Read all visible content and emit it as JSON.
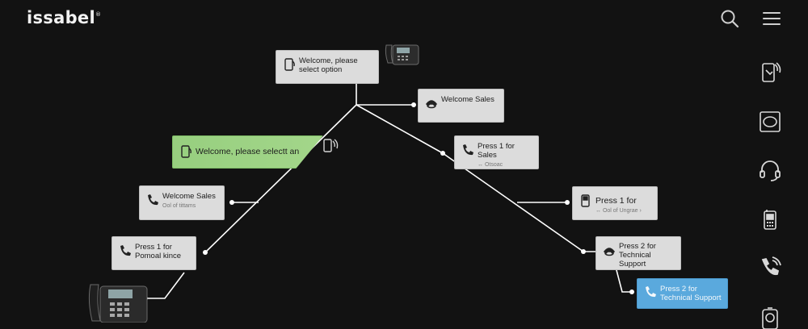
{
  "header": {
    "logo_text": "issabel",
    "logo_mark": "®",
    "search_icon": "search-icon",
    "menu_icon": "hamburger-menu-icon"
  },
  "sidebar": {
    "icons": [
      "phone-tablet-icon",
      "monitor-icon",
      "headset-icon",
      "mobile-phone-icon",
      "phone-call-icon",
      "device-icon"
    ]
  },
  "flow": {
    "root": {
      "label": "Welcome, please select option",
      "icon": "mobile-phone-icon"
    },
    "welcome_sales_right": {
      "label": "Welcome Sales",
      "icon": "phone-handset-icon"
    },
    "press1_sales": {
      "label": "Press 1 for Sales",
      "sub": "↔ Otsoac",
      "icon": "phone-handset-icon"
    },
    "welcome_select_green": {
      "label": "Welcome, please selectt an",
      "icon": "mobile-phone-icon"
    },
    "welcome_sales_left": {
      "label": "Welcome Sales",
      "sub": "Ool of tittams",
      "icon": "phone-handset-icon"
    },
    "press1_pomoal": {
      "label": "Press 1 for Pomoal kince",
      "icon": "phone-handset-icon"
    },
    "press1_for": {
      "label": "Press 1 for",
      "sub": "↔ Ool of Ungrae ›",
      "icon": "mobile-phone-icon"
    },
    "press2_technical": {
      "label": "Press 2 for Technical Support",
      "icon": "phone-handset-icon"
    },
    "press2_technical_blue": {
      "label": "Press 2 for Technical Support",
      "icon": "phone-handset-icon"
    }
  },
  "colors": {
    "background": "#121212",
    "node": "#dcdcdc",
    "highlight_green": "#9fd486",
    "highlight_blue": "#5aa9dd",
    "wire": "#ffffff"
  }
}
